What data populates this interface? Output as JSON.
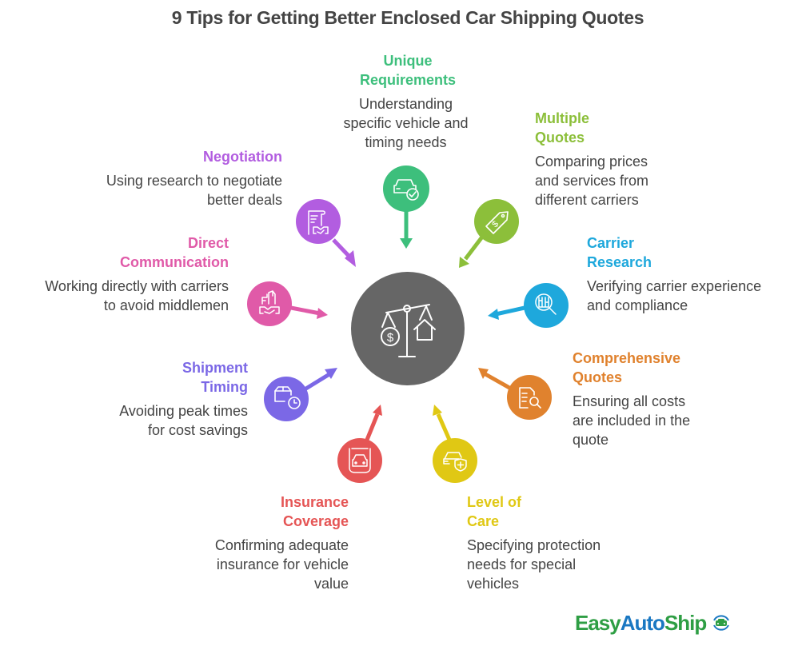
{
  "title": "9 Tips for Getting Better Enclosed Car Shipping Quotes",
  "center": {
    "icon": "scale-balance-dollar-house-icon",
    "color": "#666666"
  },
  "tips": [
    {
      "id": "unique-requirements",
      "title_line1": "Unique",
      "title_line2": "Requirements",
      "desc_line1": "Understanding",
      "desc_line2": "specific vehicle and",
      "desc_line3": "timing needs",
      "color": "#3dbf7c",
      "icon": "car-check-icon"
    },
    {
      "id": "multiple-quotes",
      "title_line1": "Multiple",
      "title_line2": "Quotes",
      "desc_line1": "Comparing prices",
      "desc_line2": "and services from",
      "desc_line3": "different carriers",
      "color": "#8cbf3a",
      "icon": "price-tag-dollar-icon"
    },
    {
      "id": "carrier-research",
      "title_line1": "Carrier",
      "title_line2": "Research",
      "desc_line1": "Verifying carrier experience",
      "desc_line2": "and compliance",
      "color": "#1ea8dc",
      "icon": "building-search-icon"
    },
    {
      "id": "comprehensive-quotes",
      "title_line1": "Comprehensive",
      "title_line2": "Quotes",
      "desc_line1": "Ensuring all costs",
      "desc_line2": "are included in the",
      "desc_line3": "quote",
      "color": "#e0822e",
      "icon": "document-search-icon"
    },
    {
      "id": "level-of-care",
      "title_line1": "Level of",
      "title_line2": "Care",
      "desc_line1": "Specifying protection",
      "desc_line2": "needs for special",
      "desc_line3": "vehicles",
      "color": "#e0c814",
      "icon": "car-shield-icon"
    },
    {
      "id": "insurance-coverage",
      "title_line1": "Insurance",
      "title_line2": "Coverage",
      "desc_line1": "Confirming adequate",
      "desc_line2": "insurance for vehicle",
      "desc_line3": "value",
      "color": "#e55555",
      "icon": "car-insurance-icon"
    },
    {
      "id": "shipment-timing",
      "title_line1": "Shipment",
      "title_line2": "Timing",
      "desc_line1": "Avoiding peak times",
      "desc_line2": "for cost savings",
      "color": "#7b68e6",
      "icon": "box-clock-icon"
    },
    {
      "id": "direct-communication",
      "title_line1": "Direct",
      "title_line2": "Communication",
      "desc_line1": "Working directly with carriers",
      "desc_line2": "to avoid middlemen",
      "color": "#e05aa8",
      "icon": "building-handshake-icon"
    },
    {
      "id": "negotiation",
      "title_line1": "Negotiation",
      "desc_line1": "Using research to negotiate",
      "desc_line2": "better deals",
      "color": "#b25de0",
      "icon": "contract-handshake-icon"
    }
  ],
  "logo": {
    "part1": "Easy",
    "part2": "Auto",
    "part3": "Ship",
    "icon": "car-cycle-icon"
  }
}
